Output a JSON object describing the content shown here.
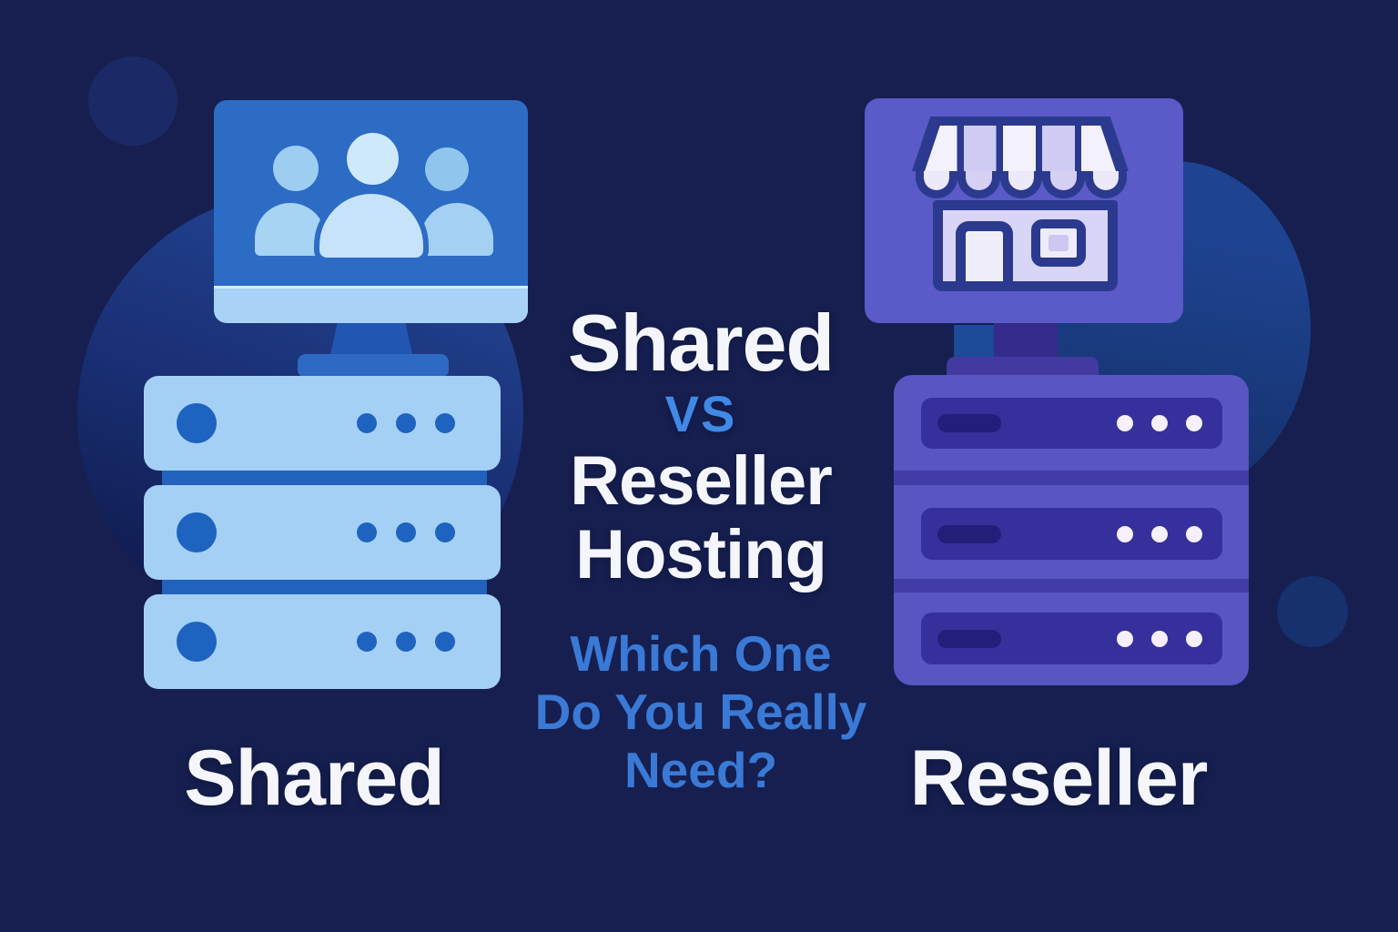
{
  "title": {
    "line_top": "Shared",
    "vs": "VS",
    "line_mid": "Reseller",
    "line_bottom": "Hosting"
  },
  "subtitle": {
    "line1": "Which One",
    "line2": "Do You Really",
    "line3": "Need?"
  },
  "left_panel": {
    "label": "Shared",
    "icon": "users-on-monitor-icon",
    "server_rows": 3
  },
  "right_panel": {
    "label": "Reseller",
    "icon": "storefront-on-monitor-icon",
    "server_rows": 3
  },
  "colors": {
    "background": "#161f4f",
    "shared_accent": "#2c6cc5",
    "shared_light": "#a5d0f5",
    "reseller_accent": "#5956c2",
    "reseller_dark": "#36309c",
    "storefront_outline": "#2b3a8e",
    "vs_text": "#4089e6",
    "subtitle_text": "#3a7ad6",
    "heading_text": "#f4f6fb"
  }
}
